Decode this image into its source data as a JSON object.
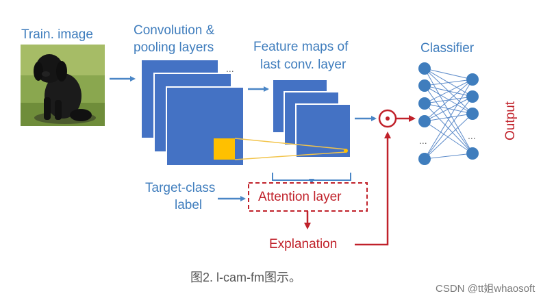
{
  "labels": {
    "train_image": "Train. image",
    "conv_line1": "Convolution &",
    "conv_line2": "pooling layers",
    "feat_line1": "Feature maps of",
    "feat_line2": "last conv. layer",
    "classifier": "Classifier",
    "output": "Output",
    "target_line1": "Target-class",
    "target_line2": "label",
    "attention": "Attention layer",
    "explanation": "Explanation",
    "conv_ellipsis": "...",
    "hidden_ellipsis_left": "...",
    "hidden_ellipsis_right": "..."
  },
  "caption": "图2. l-cam-fm图示。",
  "watermark": "CSDN @tt姐whaosoft",
  "colors": {
    "blue": "#3f7dbd",
    "red": "#c0212a",
    "layer_fill": "#4472c4",
    "patch": "#ffc000"
  }
}
